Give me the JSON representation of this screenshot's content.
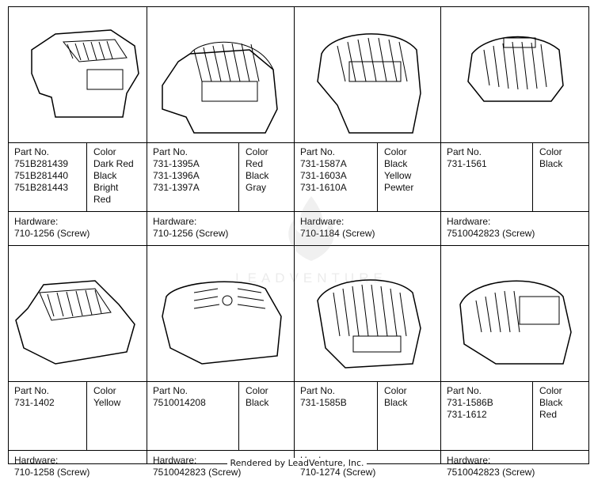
{
  "rows": [
    [
      {
        "icon": "blower-housing-icon-1",
        "part_label": "Part No.",
        "parts": [
          "751B281439",
          "751B281440",
          "751B281443"
        ],
        "color_label": "Color",
        "colors": [
          "Dark Red",
          "Black",
          "Bright",
          "Red"
        ],
        "hardware_label": "Hardware:",
        "hardware": "710-1256 (Screw)"
      },
      {
        "icon": "blower-housing-icon-2",
        "part_label": "Part No.",
        "parts": [
          "731-1395A",
          "731-1396A",
          "731-1397A"
        ],
        "color_label": "Color",
        "colors": [
          "Red",
          "Black",
          "Gray"
        ],
        "hardware_label": "Hardware:",
        "hardware": "710-1256 (Screw)"
      },
      {
        "icon": "blower-housing-icon-3",
        "part_label": "Part No.",
        "parts": [
          "731-1587A",
          "731-1603A",
          "731-1610A"
        ],
        "color_label": "Color",
        "colors": [
          "Black",
          "Yellow",
          "Pewter"
        ],
        "hardware_label": "Hardware:",
        "hardware": "710-1184 (Screw)"
      },
      {
        "icon": "blower-housing-icon-4",
        "part_label": "Part No.",
        "parts": [
          "731-1561"
        ],
        "color_label": "Color",
        "colors": [
          "Black"
        ],
        "hardware_label": "Hardware:",
        "hardware": "7510042823 (Screw)"
      }
    ],
    [
      {
        "icon": "blower-housing-icon-5",
        "part_label": "Part No.",
        "parts": [
          "731-1402"
        ],
        "color_label": "Color",
        "colors": [
          "Yellow"
        ],
        "hardware_label": "Hardware:",
        "hardware": "710-1258 (Screw)"
      },
      {
        "icon": "blower-housing-icon-6",
        "part_label": "Part No.",
        "parts": [
          "7510014208"
        ],
        "color_label": "Color",
        "colors": [
          "Black"
        ],
        "hardware_label": "Hardware:",
        "hardware": "7510042823 (Screw)"
      },
      {
        "icon": "blower-housing-icon-7",
        "part_label": "Part No.",
        "parts": [
          "731-1585B"
        ],
        "color_label": "Color",
        "colors": [
          "Black"
        ],
        "hardware_label": "Hardware:",
        "hardware": "710-1274 (Screw)"
      },
      {
        "icon": "blower-housing-icon-8",
        "part_label": "Part No.",
        "parts": [
          "731-1586B",
          "731-1612"
        ],
        "color_label": "Color",
        "colors": [
          "Black",
          "Red"
        ],
        "hardware_label": "Hardware:",
        "hardware": "7510042823 (Screw)"
      }
    ]
  ],
  "watermark": "LEADVENTURE",
  "footer": "Rendered by LeadVenture, Inc."
}
